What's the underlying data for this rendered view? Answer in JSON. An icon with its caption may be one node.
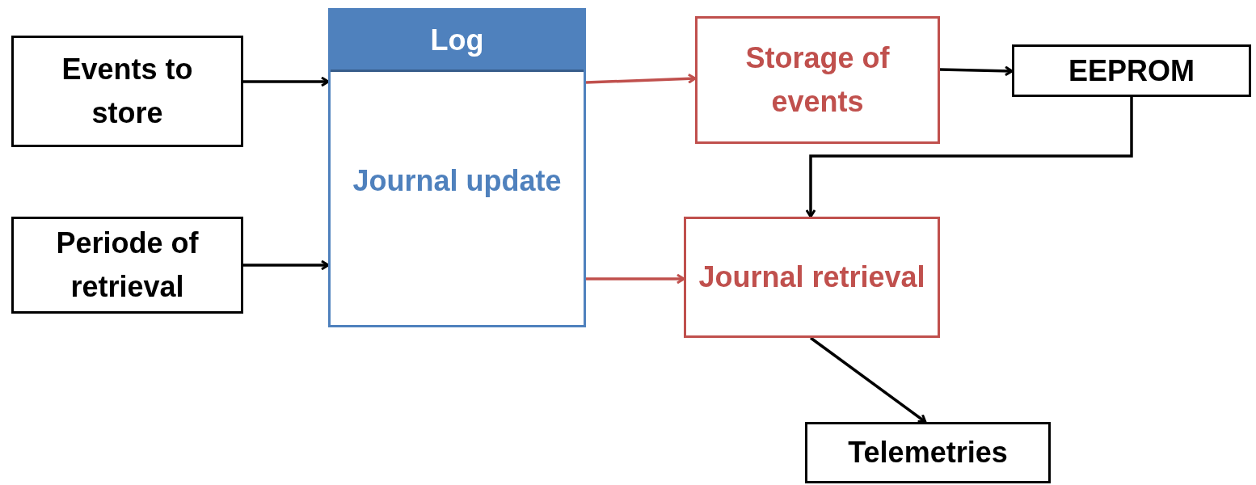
{
  "diagram": {
    "nodes": [
      {
        "text": [
          "Events to store"
        ]
      },
      {
        "text": [
          "Periode of retrieval"
        ]
      },
      {
        "text": [
          "Log",
          "Journal update"
        ]
      },
      {
        "text": [
          "Storage of events"
        ]
      },
      {
        "text": [
          "EEPROM"
        ]
      },
      {
        "text": [
          "Journal retrieval"
        ]
      },
      {
        "text": [
          "Telemetries"
        ]
      }
    ],
    "edges": [
      {
        "from": 0,
        "to": 2,
        "arrow": "to"
      },
      {
        "from": 1,
        "to": 2,
        "arrow": "to"
      },
      {
        "from": 2,
        "to": 3,
        "arrow": "to",
        "color": "#c0504d"
      },
      {
        "from": 3,
        "to": 4,
        "arrow": "to"
      },
      {
        "from": 4,
        "to": 5,
        "arrow": "to"
      },
      {
        "from": 2,
        "to": 5,
        "arrow": "to",
        "color": "#c0504d"
      },
      {
        "from": 5,
        "to": 6,
        "arrow": "to"
      }
    ]
  }
}
